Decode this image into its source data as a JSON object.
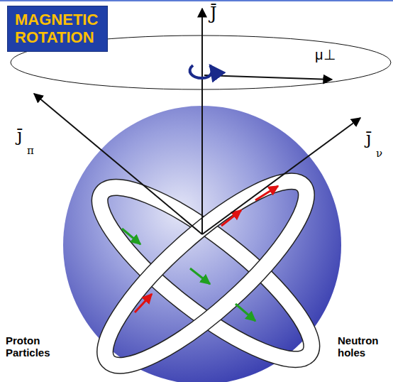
{
  "diagram": {
    "title": "MAGNETIC ROTATION",
    "labels": [
      "J̄",
      "μ⊥",
      "j̄",
      "π",
      "j̄",
      "ν",
      "Proton Particles",
      "Neutron holes"
    ]
  }
}
